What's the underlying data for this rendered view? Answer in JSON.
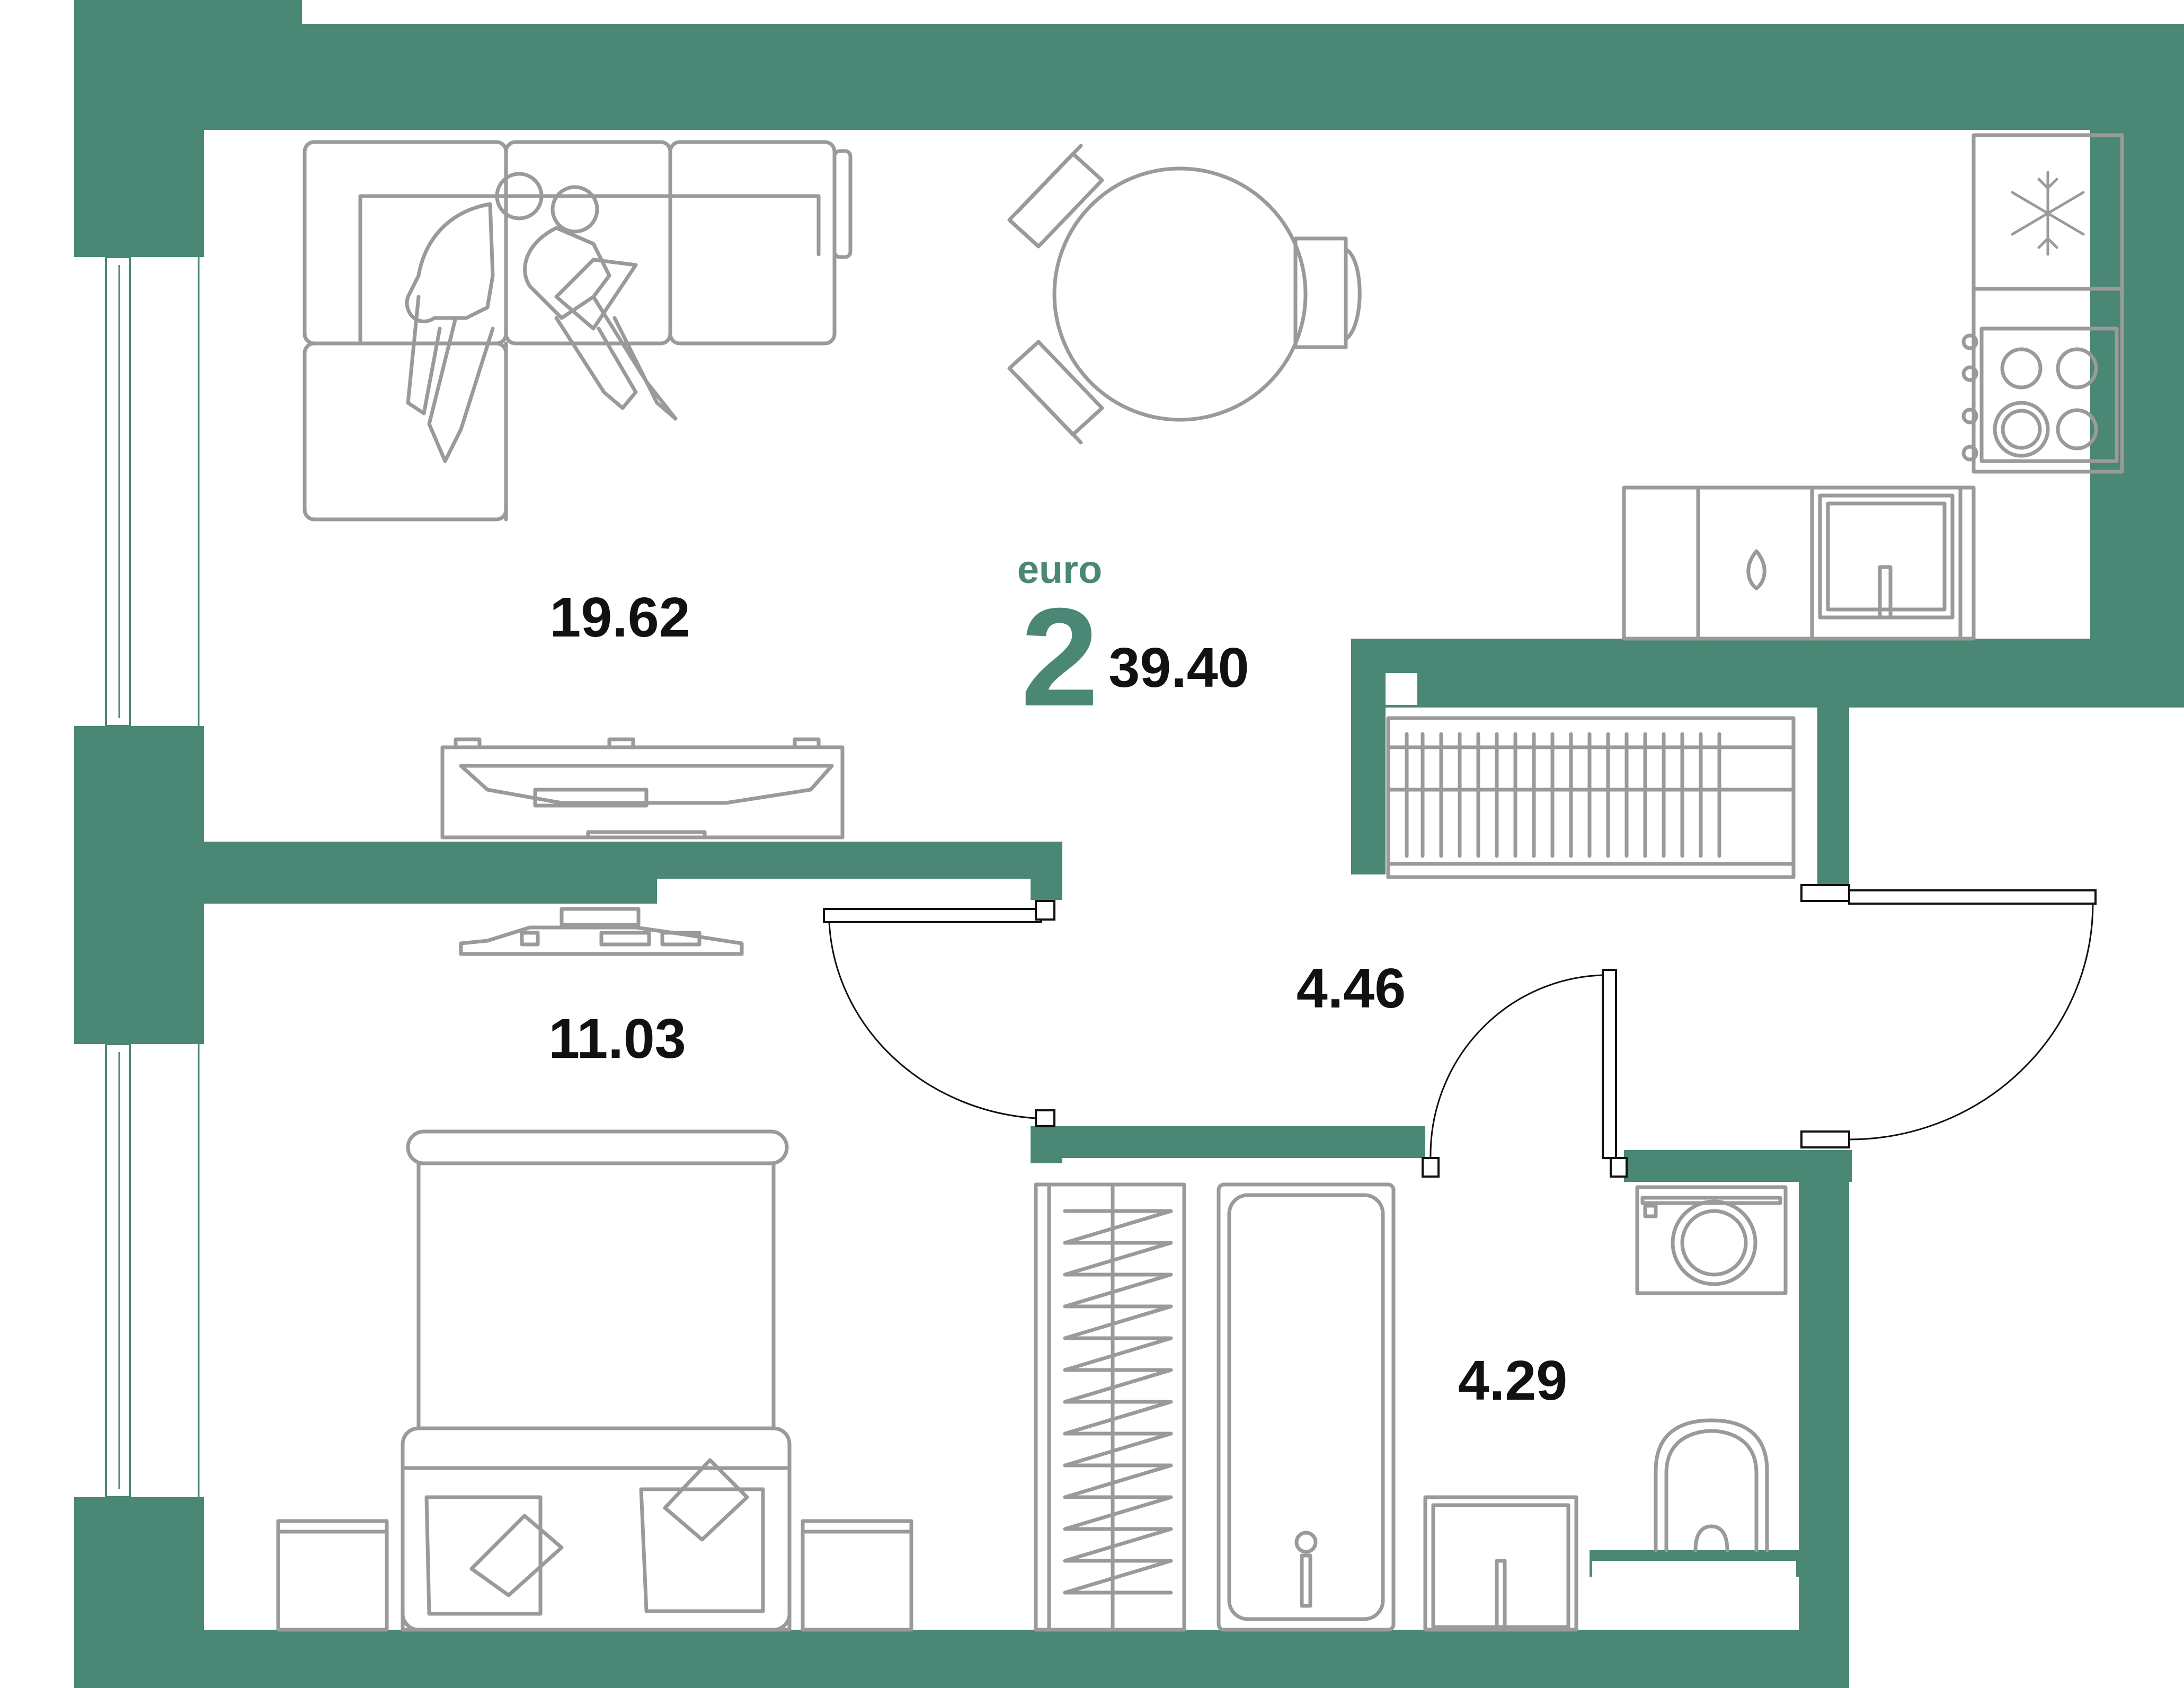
{
  "plan": {
    "layout_tag": "euro",
    "room_count": "2",
    "total_area": "39.40",
    "rooms": [
      {
        "name": "living-kitchen",
        "area": "19.62"
      },
      {
        "name": "bedroom",
        "area": "11.03"
      },
      {
        "name": "hallway",
        "area": "4.46"
      },
      {
        "name": "bathroom",
        "area": "4.29"
      }
    ]
  },
  "colors": {
    "wall": "#4a8775",
    "furniture_stroke": "#9a9a9a",
    "text": "#111111",
    "accent_text": "#4a8775",
    "background": "#ffffff"
  },
  "icons": [
    "snowflake-icon",
    "stove-burner-icon",
    "washing-machine-icon",
    "toilet-icon"
  ]
}
